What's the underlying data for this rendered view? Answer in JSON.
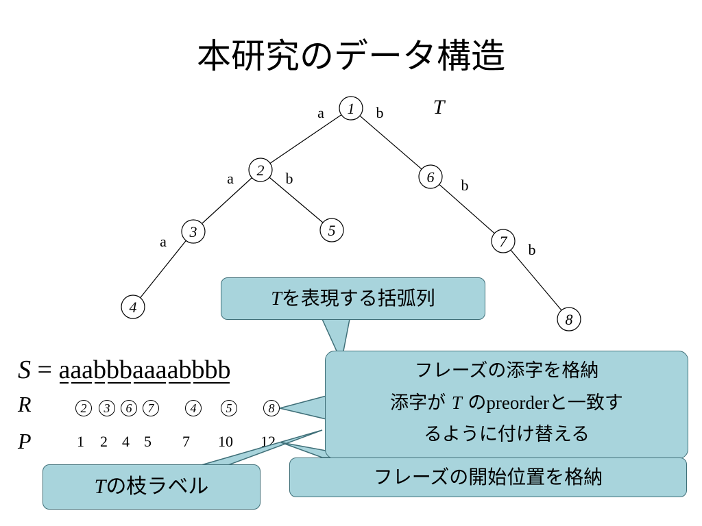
{
  "title": "本研究のデータ構造",
  "tree": {
    "name": "T",
    "nodes": [
      {
        "id": "1",
        "label": "1"
      },
      {
        "id": "2",
        "label": "2"
      },
      {
        "id": "3",
        "label": "3"
      },
      {
        "id": "4",
        "label": "4"
      },
      {
        "id": "5",
        "label": "5"
      },
      {
        "id": "6",
        "label": "6"
      },
      {
        "id": "7",
        "label": "7"
      },
      {
        "id": "8",
        "label": "8"
      }
    ],
    "edges": [
      {
        "from": "1",
        "to": "2",
        "label": "a"
      },
      {
        "from": "1",
        "to": "6",
        "label": "b"
      },
      {
        "from": "2",
        "to": "3",
        "label": "a"
      },
      {
        "from": "2",
        "to": "5",
        "label": "b"
      },
      {
        "from": "3",
        "to": "4",
        "label": "a"
      },
      {
        "from": "6",
        "to": "7",
        "label": "b"
      },
      {
        "from": "7",
        "to": "8",
        "label": "b"
      }
    ]
  },
  "sequence": {
    "s_label": "S",
    "equals": "=",
    "phrases": [
      "a",
      "aa",
      "b",
      "bb",
      "aaa",
      "ab",
      "bbb"
    ],
    "r_label": "R",
    "r_values": [
      "2",
      "3",
      "6",
      "7",
      "4",
      "5",
      "8"
    ],
    "p_label": "P",
    "p_values": [
      "1",
      "2",
      "4",
      "5",
      "7",
      "10",
      "12"
    ]
  },
  "callouts": {
    "paren": {
      "t": "T",
      "text": "を表現する括弧列"
    },
    "index": {
      "line1": "フレーズの添字を格納",
      "line2_pre": "添字が ",
      "line2_t": "T",
      "line2_mid": " の",
      "line2_word": "preorder",
      "line2_post": "と一致す",
      "line3": "るように付け替える"
    },
    "edge": {
      "t": "T",
      "text": "の枝ラベル"
    },
    "start": {
      "text": "フレーズの開始位置を格納"
    }
  }
}
